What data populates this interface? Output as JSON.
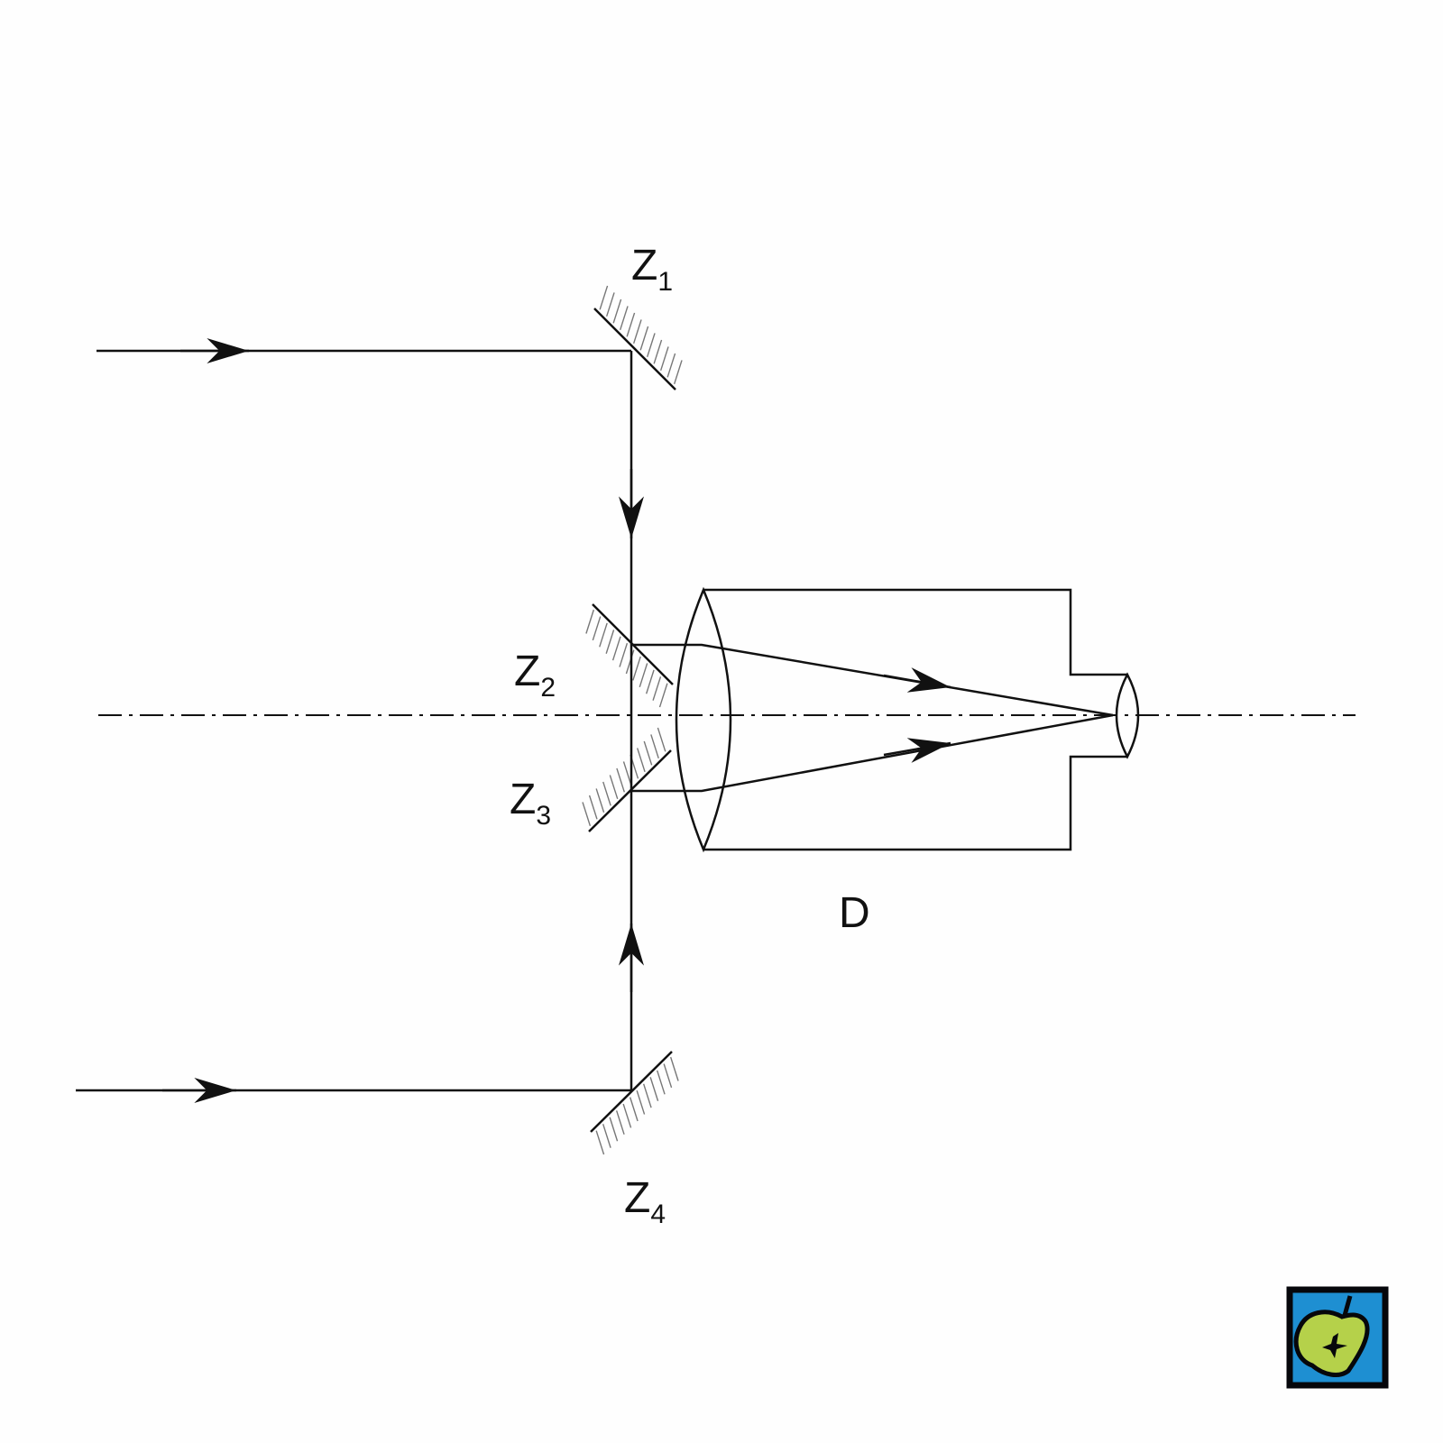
{
  "labels": {
    "z1": {
      "main": "Z",
      "sub": "1"
    },
    "z2": {
      "main": "Z",
      "sub": "2"
    },
    "z3": {
      "main": "Z",
      "sub": "3"
    },
    "z4": {
      "main": "Z",
      "sub": "4"
    },
    "device": "D"
  },
  "colors": {
    "line": "#111111",
    "hatch": "#777777",
    "logo_blue": "#1e8fd2",
    "logo_green": "#b5d14a",
    "logo_dark": "#06070b"
  },
  "logo": {
    "icon": "apple-logo-icon"
  }
}
